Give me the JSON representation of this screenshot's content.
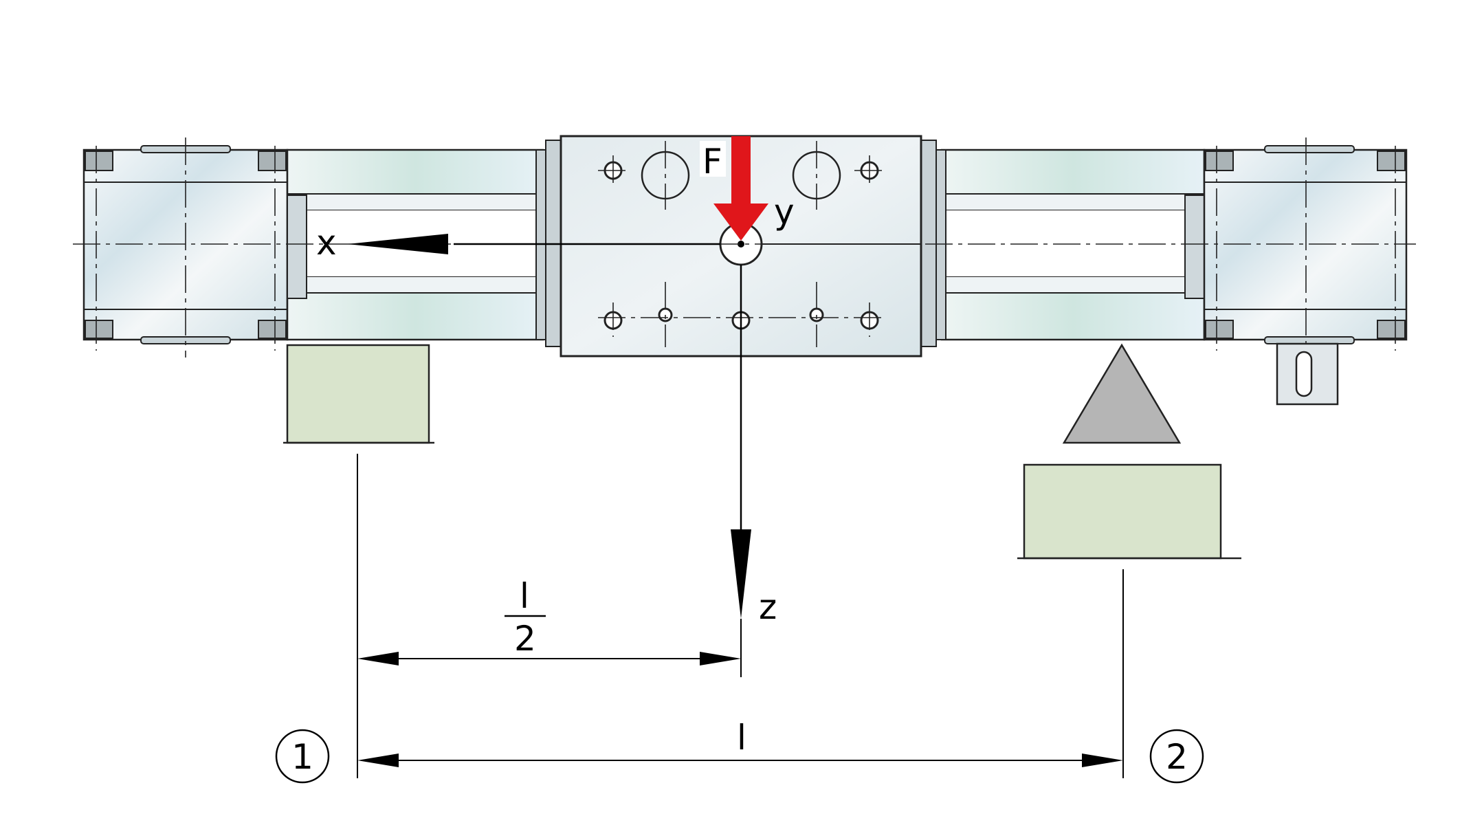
{
  "diagram": {
    "labels": {
      "force": "F",
      "axis_x": "x",
      "axis_y": "y",
      "axis_z": "z",
      "half_length_num": "l",
      "half_length_den": "2",
      "length": "l",
      "support_1": "1",
      "support_2": "2"
    },
    "colors": {
      "force_arrow": "#e0161b",
      "support_block": "#d9e4cc",
      "triangle_support": "#b5b5b5",
      "metal_light": "#f2f5f7",
      "metal_tint": "#d6e6ee"
    }
  }
}
